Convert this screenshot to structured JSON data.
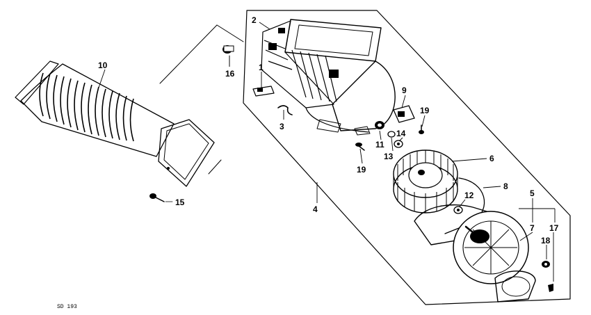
{
  "diagram": {
    "code": "SD 193",
    "callouts": {
      "c1": "1",
      "c2": "2",
      "c3": "3",
      "c4": "4",
      "c5": "5",
      "c6": "6",
      "c7": "7",
      "c8": "8",
      "c9": "9",
      "c10": "10",
      "c11": "11",
      "c12": "12",
      "c13": "13",
      "c14": "14",
      "c15": "15",
      "c16": "16",
      "c17": "17",
      "c18": "18",
      "c19a": "19",
      "c19b": "19"
    },
    "colors": {
      "ink": "#000000",
      "paper": "#ffffff"
    }
  }
}
